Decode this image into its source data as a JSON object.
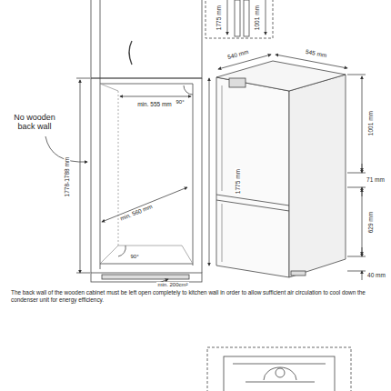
{
  "diagram": {
    "caption": "The back wall of the wooden cabinet must be left open completely to kitchen wall in order to allow sufficient air circulation to cool down the condenser unit for energy efficiency.",
    "labels": [
      "1775 mm",
      "1001 mm",
      "No wooden back wall",
      "90°",
      "min. 555 mm",
      "1778-1788 mm",
      "min. 560 mm",
      "90°",
      "min. 200cm²",
      "540 mm",
      "545 mm",
      "1001 mm",
      "1775 mm",
      "71 mm",
      "629 mm",
      "40 mm"
    ]
  }
}
